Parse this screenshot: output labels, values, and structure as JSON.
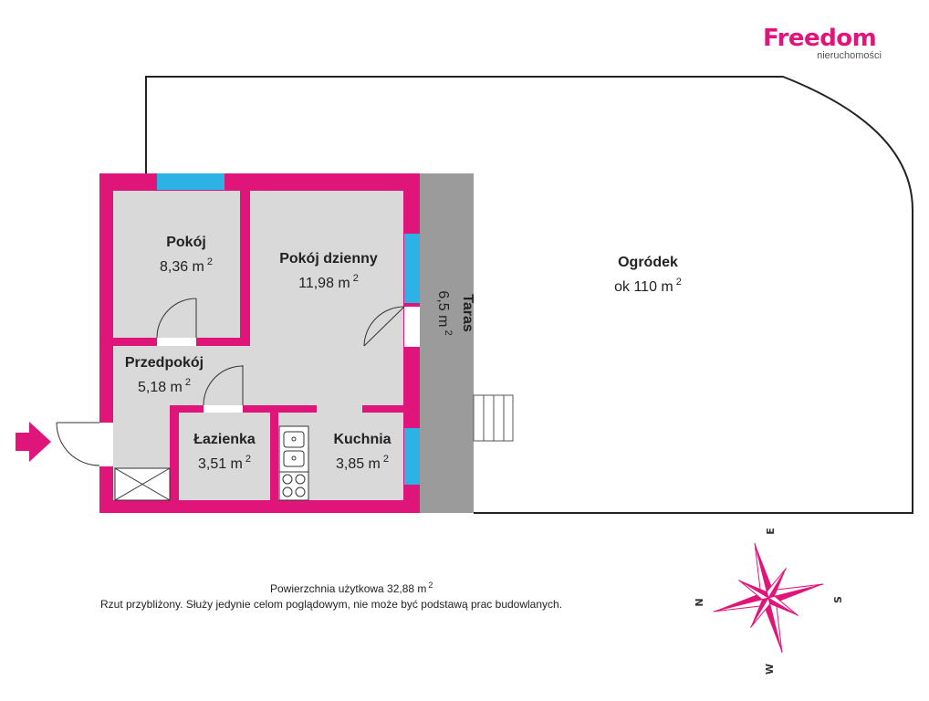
{
  "brand": {
    "name": "Freedom",
    "tagline": "nieruchomości"
  },
  "rooms": {
    "pokoj": {
      "name": "Pokój",
      "area": "8,36 m",
      "sup": "2"
    },
    "dzienny": {
      "name": "Pokój dzienny",
      "area": "11,98 m",
      "sup": "2"
    },
    "przedpokoj": {
      "name": "Przedpokój",
      "area": "5,18 m",
      "sup": "2"
    },
    "lazienka": {
      "name": "Łazienka",
      "area": "3,51 m",
      "sup": "2"
    },
    "kuchnia": {
      "name": "Kuchnia",
      "area": "3,85 m",
      "sup": "2"
    },
    "taras": {
      "name": "Taras",
      "area": "6,5 m",
      "sup": "2"
    },
    "ogrodek": {
      "name": "Ogródek",
      "area": "ok 110 m",
      "sup": "2"
    }
  },
  "footer": {
    "total": "Powierzchnia użytkowa 32,88 m",
    "total_sup": "2",
    "disclaimer": "Rzut przybliżony. Służy jedynie celom poglądowym, nie może być podstawą prac budowlanych."
  },
  "compass": {
    "n": "N",
    "e": "E",
    "s": "S",
    "w": "W"
  },
  "colors": {
    "wall": "#e0157a",
    "floor": "#d9d9d9",
    "window": "#2db2e6",
    "terrace": "#9b9b9b"
  }
}
